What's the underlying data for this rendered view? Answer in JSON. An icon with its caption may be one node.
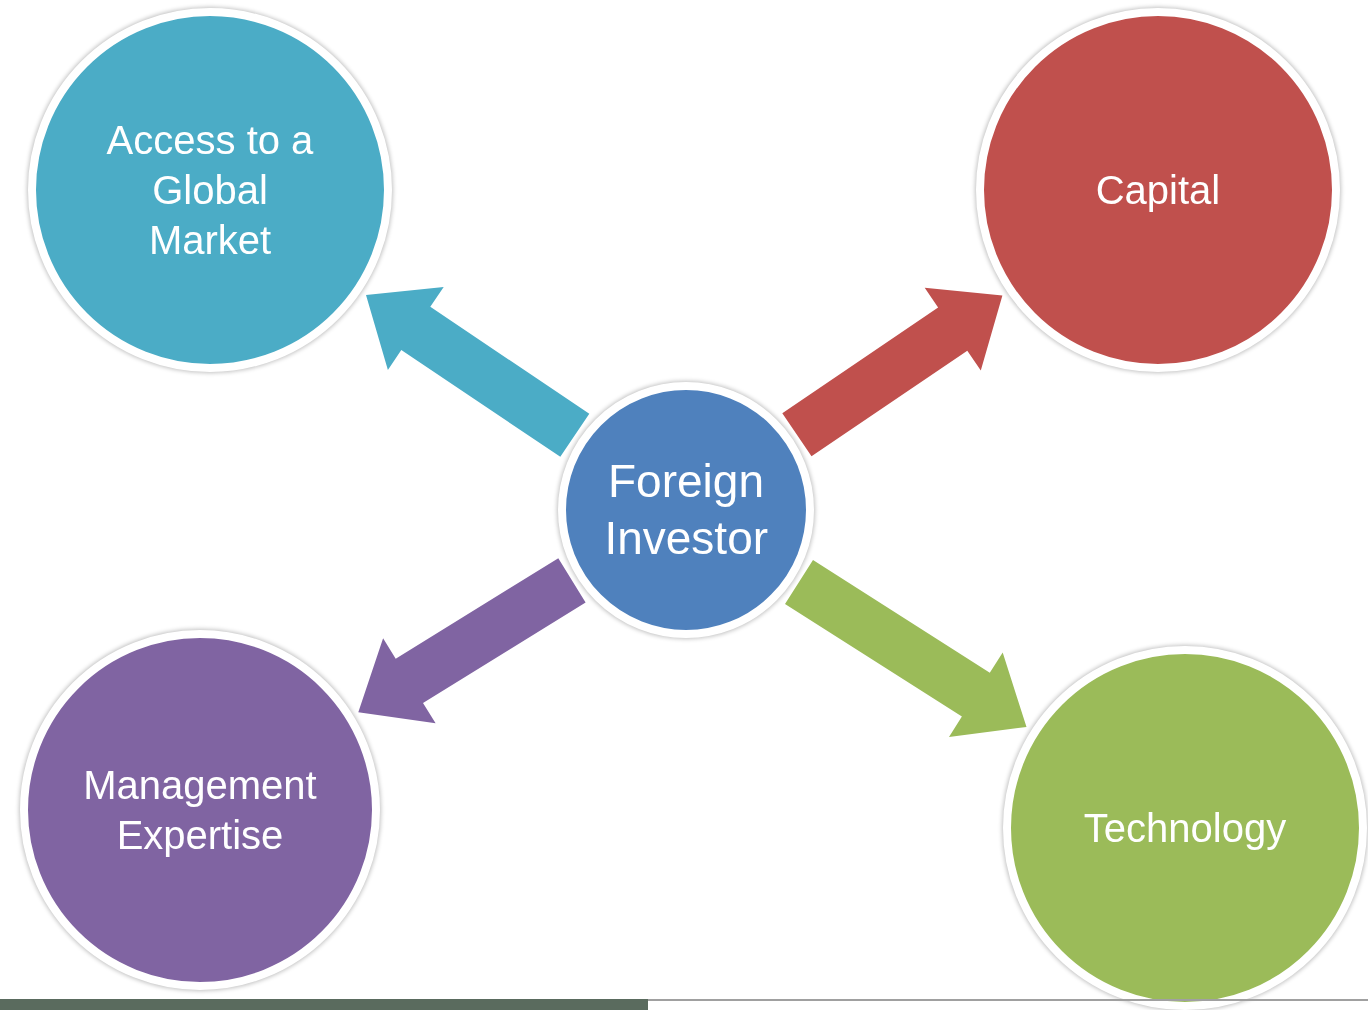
{
  "diagram": {
    "nodes": [
      {
        "text": [
          "Foreign Investor"
        ]
      },
      {
        "text": [
          "Access to a Global Market"
        ]
      },
      {
        "text": [
          "Capital"
        ]
      },
      {
        "text": [
          "Management Expertise"
        ]
      },
      {
        "text": [
          "Technology"
        ]
      }
    ],
    "edges": [
      {
        "from": 0,
        "to": 1,
        "arrow": "to",
        "style": "thick",
        "color": "#4bacc6"
      },
      {
        "from": 0,
        "to": 2,
        "arrow": "to",
        "style": "thick",
        "color": "#c0504d"
      },
      {
        "from": 0,
        "to": 3,
        "arrow": "to",
        "style": "thick",
        "color": "#8064a2"
      },
      {
        "from": 0,
        "to": 4,
        "arrow": "to",
        "style": "thick",
        "color": "#9bbb59"
      }
    ]
  }
}
